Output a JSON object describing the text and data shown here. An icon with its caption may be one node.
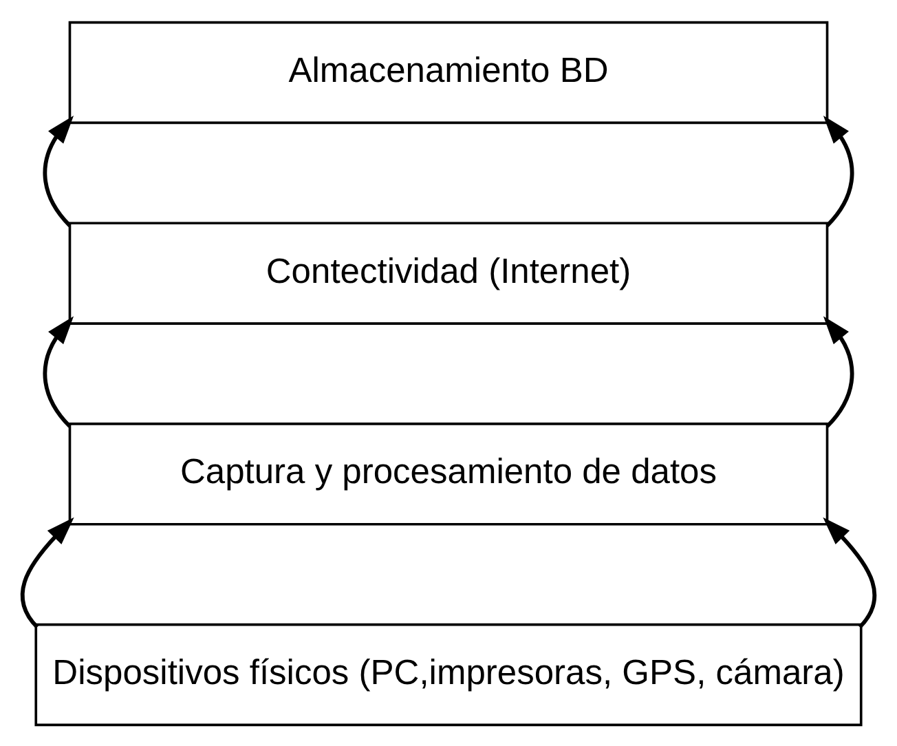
{
  "diagram": {
    "nodes": [
      {
        "text": [
          "Almacenamiento BD"
        ]
      },
      {
        "text": [
          "Contectividad (Internet)"
        ]
      },
      {
        "text": [
          "Captura y procesamiento de datos"
        ]
      },
      {
        "text": [
          "Dispositivos físicos (PC,impresoras, GPS, cámara)"
        ]
      }
    ],
    "edges": [
      {
        "from": 1,
        "to": 0,
        "arrow": "to"
      },
      {
        "from": 1,
        "to": 0,
        "arrow": "to"
      },
      {
        "from": 2,
        "to": 1,
        "arrow": "to"
      },
      {
        "from": 2,
        "to": 1,
        "arrow": "to"
      },
      {
        "from": 3,
        "to": 2,
        "arrow": "to"
      },
      {
        "from": 3,
        "to": 2,
        "arrow": "to"
      }
    ]
  }
}
